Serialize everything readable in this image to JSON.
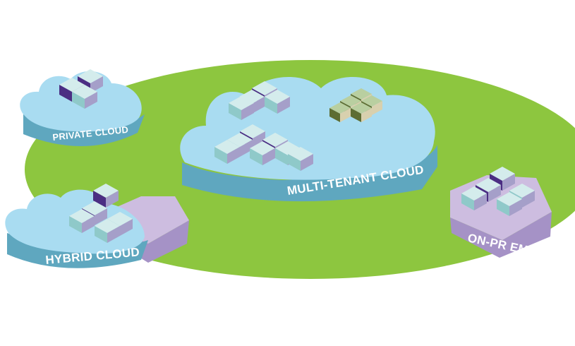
{
  "labels": {
    "private_cloud": "PRIVATE CLOUD",
    "multi_tenant_cloud": "MULTI-TENANT CLOUD",
    "hybrid_cloud": "HYBRID CLOUD",
    "on_premise": "ON-PR EMISE"
  },
  "colors": {
    "background_ellipse": "#8dc63f",
    "cloud_top": "#a9dcf1",
    "cloud_side": "#5fa7bf",
    "lavender_top": "#cdbde0",
    "lavender_side": "#a592c6",
    "block_top": "#cfeaea",
    "block_dark": "#4b2e83",
    "block_light": "#a9a0c8",
    "block_olive": "#6b7a3a",
    "block_tan": "#d9d2b0"
  }
}
